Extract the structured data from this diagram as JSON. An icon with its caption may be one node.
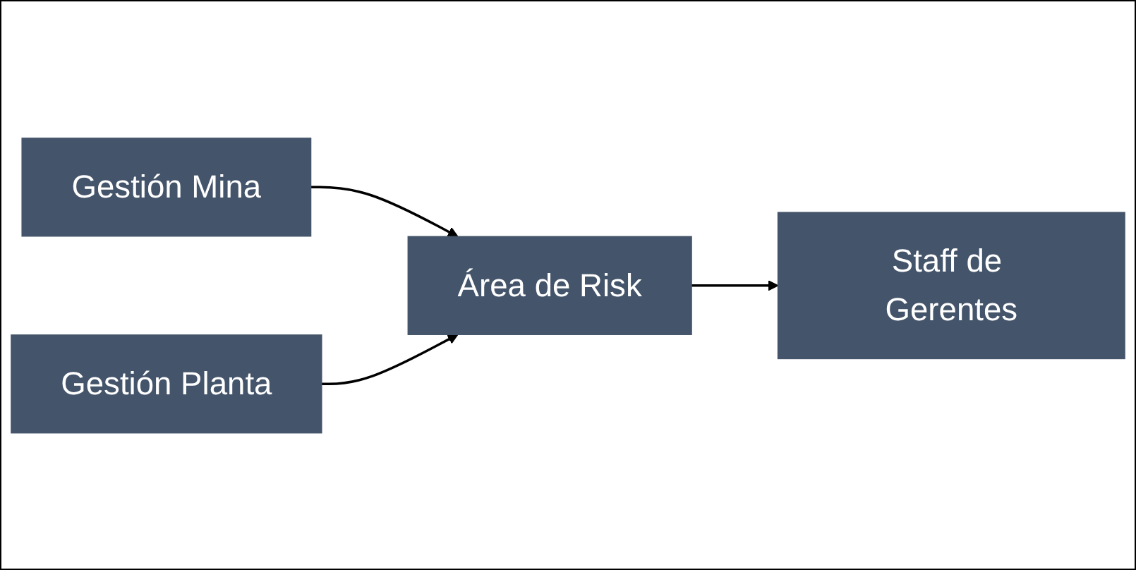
{
  "diagram": {
    "nodes": [
      {
        "text": [
          "Gestión Mina"
        ]
      },
      {
        "text": [
          "Gestión Planta"
        ]
      },
      {
        "text": [
          "Área de Risk"
        ]
      },
      {
        "text": [
          "Staff de Gerentes"
        ]
      }
    ],
    "edges": [
      {
        "from": 0,
        "to": 2,
        "arrow": "to"
      },
      {
        "from": 1,
        "to": 2,
        "arrow": "to"
      },
      {
        "from": 2,
        "to": 3,
        "arrow": "to"
      }
    ]
  }
}
